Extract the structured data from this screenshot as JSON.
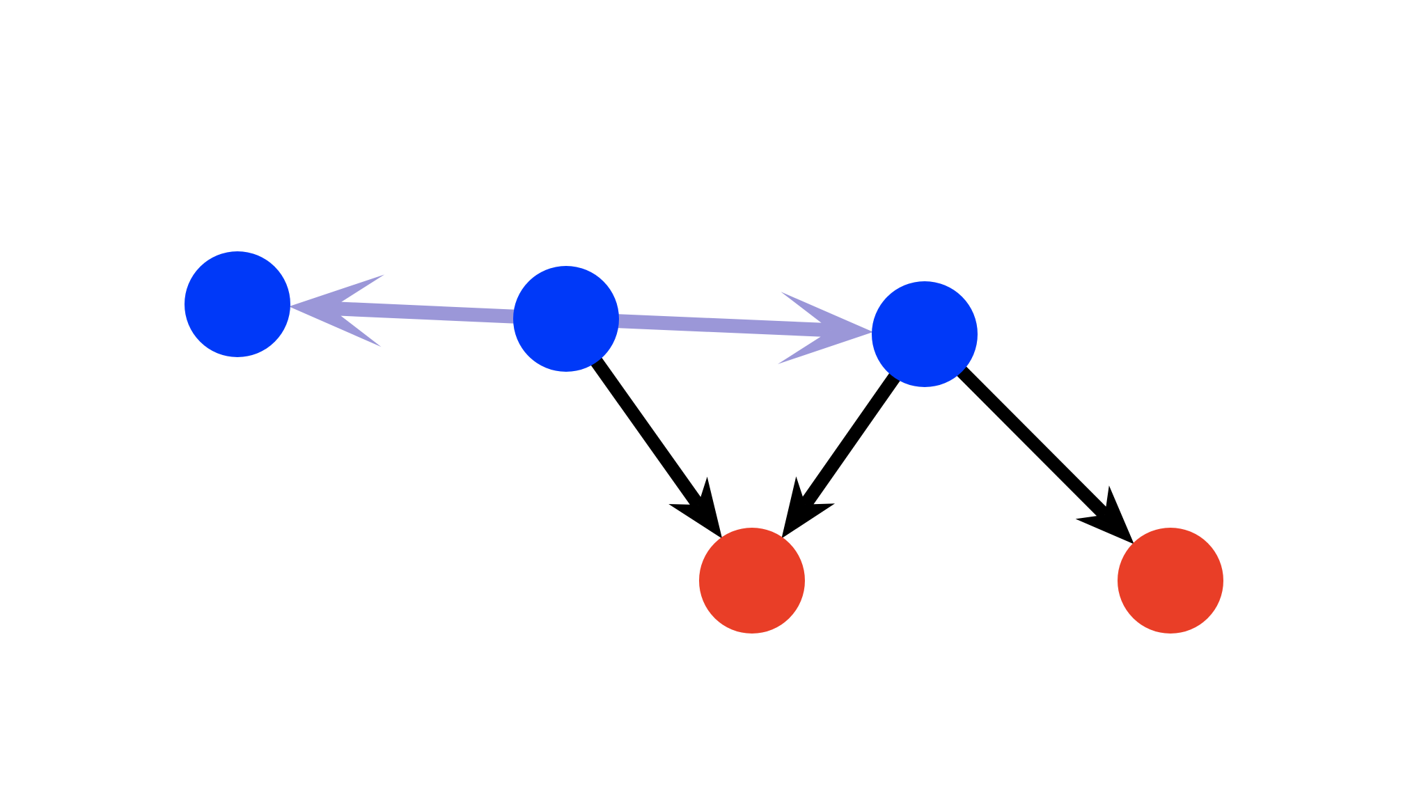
{
  "colors": {
    "background": "#ffffff",
    "source_node": "#0039f8",
    "sink_node": "#e93e27",
    "lateral_edge": "#9b97d8",
    "downward_edge": "#000000"
  },
  "diagram": {
    "type": "directed-graph",
    "nodes": [
      {
        "id": "blue-left",
        "kind": "source"
      },
      {
        "id": "blue-middle",
        "kind": "source"
      },
      {
        "id": "blue-right",
        "kind": "source"
      },
      {
        "id": "red-left",
        "kind": "sink"
      },
      {
        "id": "red-right",
        "kind": "sink"
      }
    ],
    "edges": [
      {
        "from": "blue-middle",
        "to": "blue-left",
        "kind": "lateral"
      },
      {
        "from": "blue-middle",
        "to": "blue-right",
        "kind": "lateral"
      },
      {
        "from": "blue-middle",
        "to": "red-left",
        "kind": "downward"
      },
      {
        "from": "blue-right",
        "to": "red-left",
        "kind": "downward"
      },
      {
        "from": "blue-right",
        "to": "red-right",
        "kind": "downward"
      }
    ]
  }
}
